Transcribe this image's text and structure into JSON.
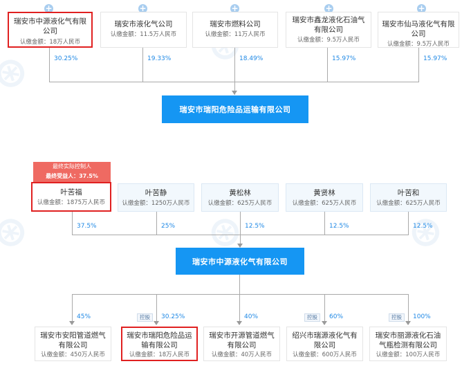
{
  "top_shareholders": [
    {
      "name": "瑞安市中源液化气有限公司",
      "capital": "认缴金额：18万人民币",
      "pct": "30.25%"
    },
    {
      "name": "瑞安市液化气公司",
      "capital": "认缴金额：11.5万人民币",
      "pct": "19.33%"
    },
    {
      "name": "瑞安市燃料公司",
      "capital": "认缴金额：11万人民币",
      "pct": "18.49%"
    },
    {
      "name": "瑞安市鑫龙液化石油气有限公司",
      "capital": "认缴金额：9.5万人民币",
      "pct": "15.97%"
    },
    {
      "name": "瑞安市仙马液化气有限公司",
      "capital": "认缴金额：9.5万人民币",
      "pct": "15.97%"
    }
  ],
  "hub1": "瑞安市瑞阳危险品运输有限公司",
  "controller": {
    "line1": "最终实际控制人",
    "line2": "最终受益人：37.5%"
  },
  "mid_shareholders": [
    {
      "name": "叶苦福",
      "capital": "认缴金额：1875万人民币",
      "pct": "37.5%"
    },
    {
      "name": "叶苦静",
      "capital": "认缴金额：1250万人民币",
      "pct": "25%"
    },
    {
      "name": "黄松林",
      "capital": "认缴金额：625万人民币",
      "pct": "12.5%"
    },
    {
      "name": "黄贤林",
      "capital": "认缴金额：625万人民币",
      "pct": "12.5%"
    },
    {
      "name": "叶苦和",
      "capital": "认缴金额：625万人民币",
      "pct": "12.5%"
    }
  ],
  "hub2": "瑞安市中源液化气有限公司",
  "investments": [
    {
      "name": "瑞安市安阳管道燃气有限公司",
      "capital": "认缴金额：450万人民币",
      "pct": "45%",
      "tag": ""
    },
    {
      "name": "瑞安市瑞阳危险品运输有限公司",
      "capital": "认缴金额：18万人民币",
      "pct": "30.25%",
      "tag": "控股"
    },
    {
      "name": "瑞安市开源管道燃气有限公司",
      "capital": "认缴金额：40万人民币",
      "pct": "40%",
      "tag": ""
    },
    {
      "name": "绍兴市瑞源液化气有限公司",
      "capital": "认缴金额：600万人民币",
      "pct": "60%",
      "tag": "控股"
    },
    {
      "name": "瑞安市丽源液化石油气瓶检测有限公司",
      "capital": "认缴金额：100万人民币",
      "pct": "100%",
      "tag": "控股"
    }
  ]
}
